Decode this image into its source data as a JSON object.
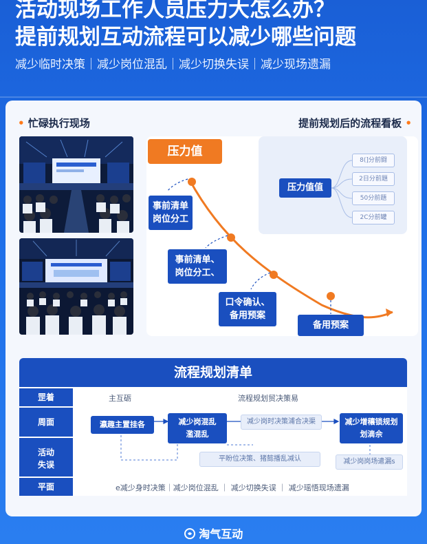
{
  "title": {
    "line1": "活动现场工作人员压力大怎么办？",
    "line2": "提前规划互动流程可以减少哪些问题",
    "subline": "减少临时决策｜减少岗位混乱｜减少切换失误｜减少现场遗漏"
  },
  "left_section": {
    "label": "忙碌执行现场",
    "dot": "•"
  },
  "right_section": {
    "label": "提前规划后的流程看板",
    "dot": "•"
  },
  "pressure": {
    "pill": "压力值",
    "steps": [
      {
        "line1": "事前清单",
        "line2": "岗位分工"
      },
      {
        "line1": "事前清单、",
        "line2": "岗位分工、"
      },
      {
        "line1": "口令确认、",
        "line2": "备用预案"
      },
      {
        "line1": "备用预案",
        "line2": ""
      }
    ]
  },
  "board": {
    "center": "压力值值",
    "items": [
      "8(]分前闘",
      "2日分前題",
      "50分前題",
      "2C分前罐"
    ]
  },
  "checklist": {
    "header": "流程规划清单",
    "rows": [
      {
        "label": "罡着",
        "c1": "主互砺",
        "c2": "流程规划贸决策易"
      },
      {
        "label": "周面",
        "box1": "瀛趣主置挂各",
        "box2a": "减少岗混乱",
        "box2b": "濫混乱",
        "soft1": "减少岗时决策浦合决渠",
        "box3a": "减少增穰锁规划",
        "box3b": "划滴佘"
      },
      {
        "label": "活动",
        "label2": "失误",
        "soft2": "平盼位决策、猪懿播乱减认",
        "soft3": "减少岗岗场遣漏s"
      },
      {
        "label": "平面",
        "bottom": "e减少身时决策｜减少岗位混乱 ｜ 减少切换失误 ｜ 减少瑶悟现场遗漏"
      }
    ]
  },
  "footer": {
    "brand": "淘气互动",
    "logo_icon": "swirl-logo-icon"
  },
  "colors": {
    "blue": "#1a4fbf",
    "orange": "#f07a22",
    "bg": "#1e6ee8"
  }
}
